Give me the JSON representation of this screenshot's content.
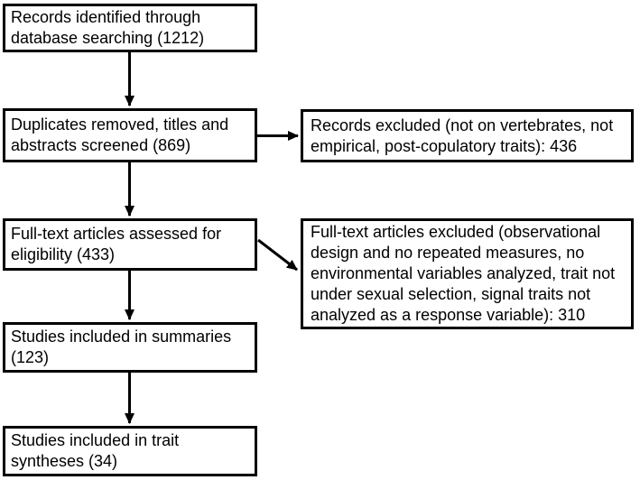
{
  "figure": {
    "type": "prisma-flow-diagram",
    "background_color": "#ffffff",
    "box_border_color": "#000000",
    "text_color": "#000000",
    "arrow_color": "#000000"
  },
  "flowchart": {
    "main_boxes": [
      {
        "id": "records-identified",
        "text": "Records identified through database searching (1212)",
        "count": 1212
      },
      {
        "id": "duplicates-removed",
        "text": "Duplicates removed, titles and abstracts screened (869)",
        "count": 869
      },
      {
        "id": "fulltext-assessed",
        "text": "Full-text articles assessed for eligibility (433)",
        "count": 433
      },
      {
        "id": "included-summaries",
        "text": "Studies included in summaries (123)",
        "count": 123
      },
      {
        "id": "included-syntheses",
        "text": "Studies included in trait syntheses (34)",
        "count": 34
      }
    ],
    "exclusion_boxes": [
      {
        "id": "records-excluded",
        "text": "Records excluded (not on vertebrates, not empirical, post-copulatory traits): 436",
        "count": 436
      },
      {
        "id": "fulltext-excluded",
        "text": "Full-text articles excluded (observational design and no repeated measures, no environmental variables analyzed, trait not under sexual selection, signal traits not analyzed as a response variable): 310",
        "count": 310
      }
    ]
  }
}
